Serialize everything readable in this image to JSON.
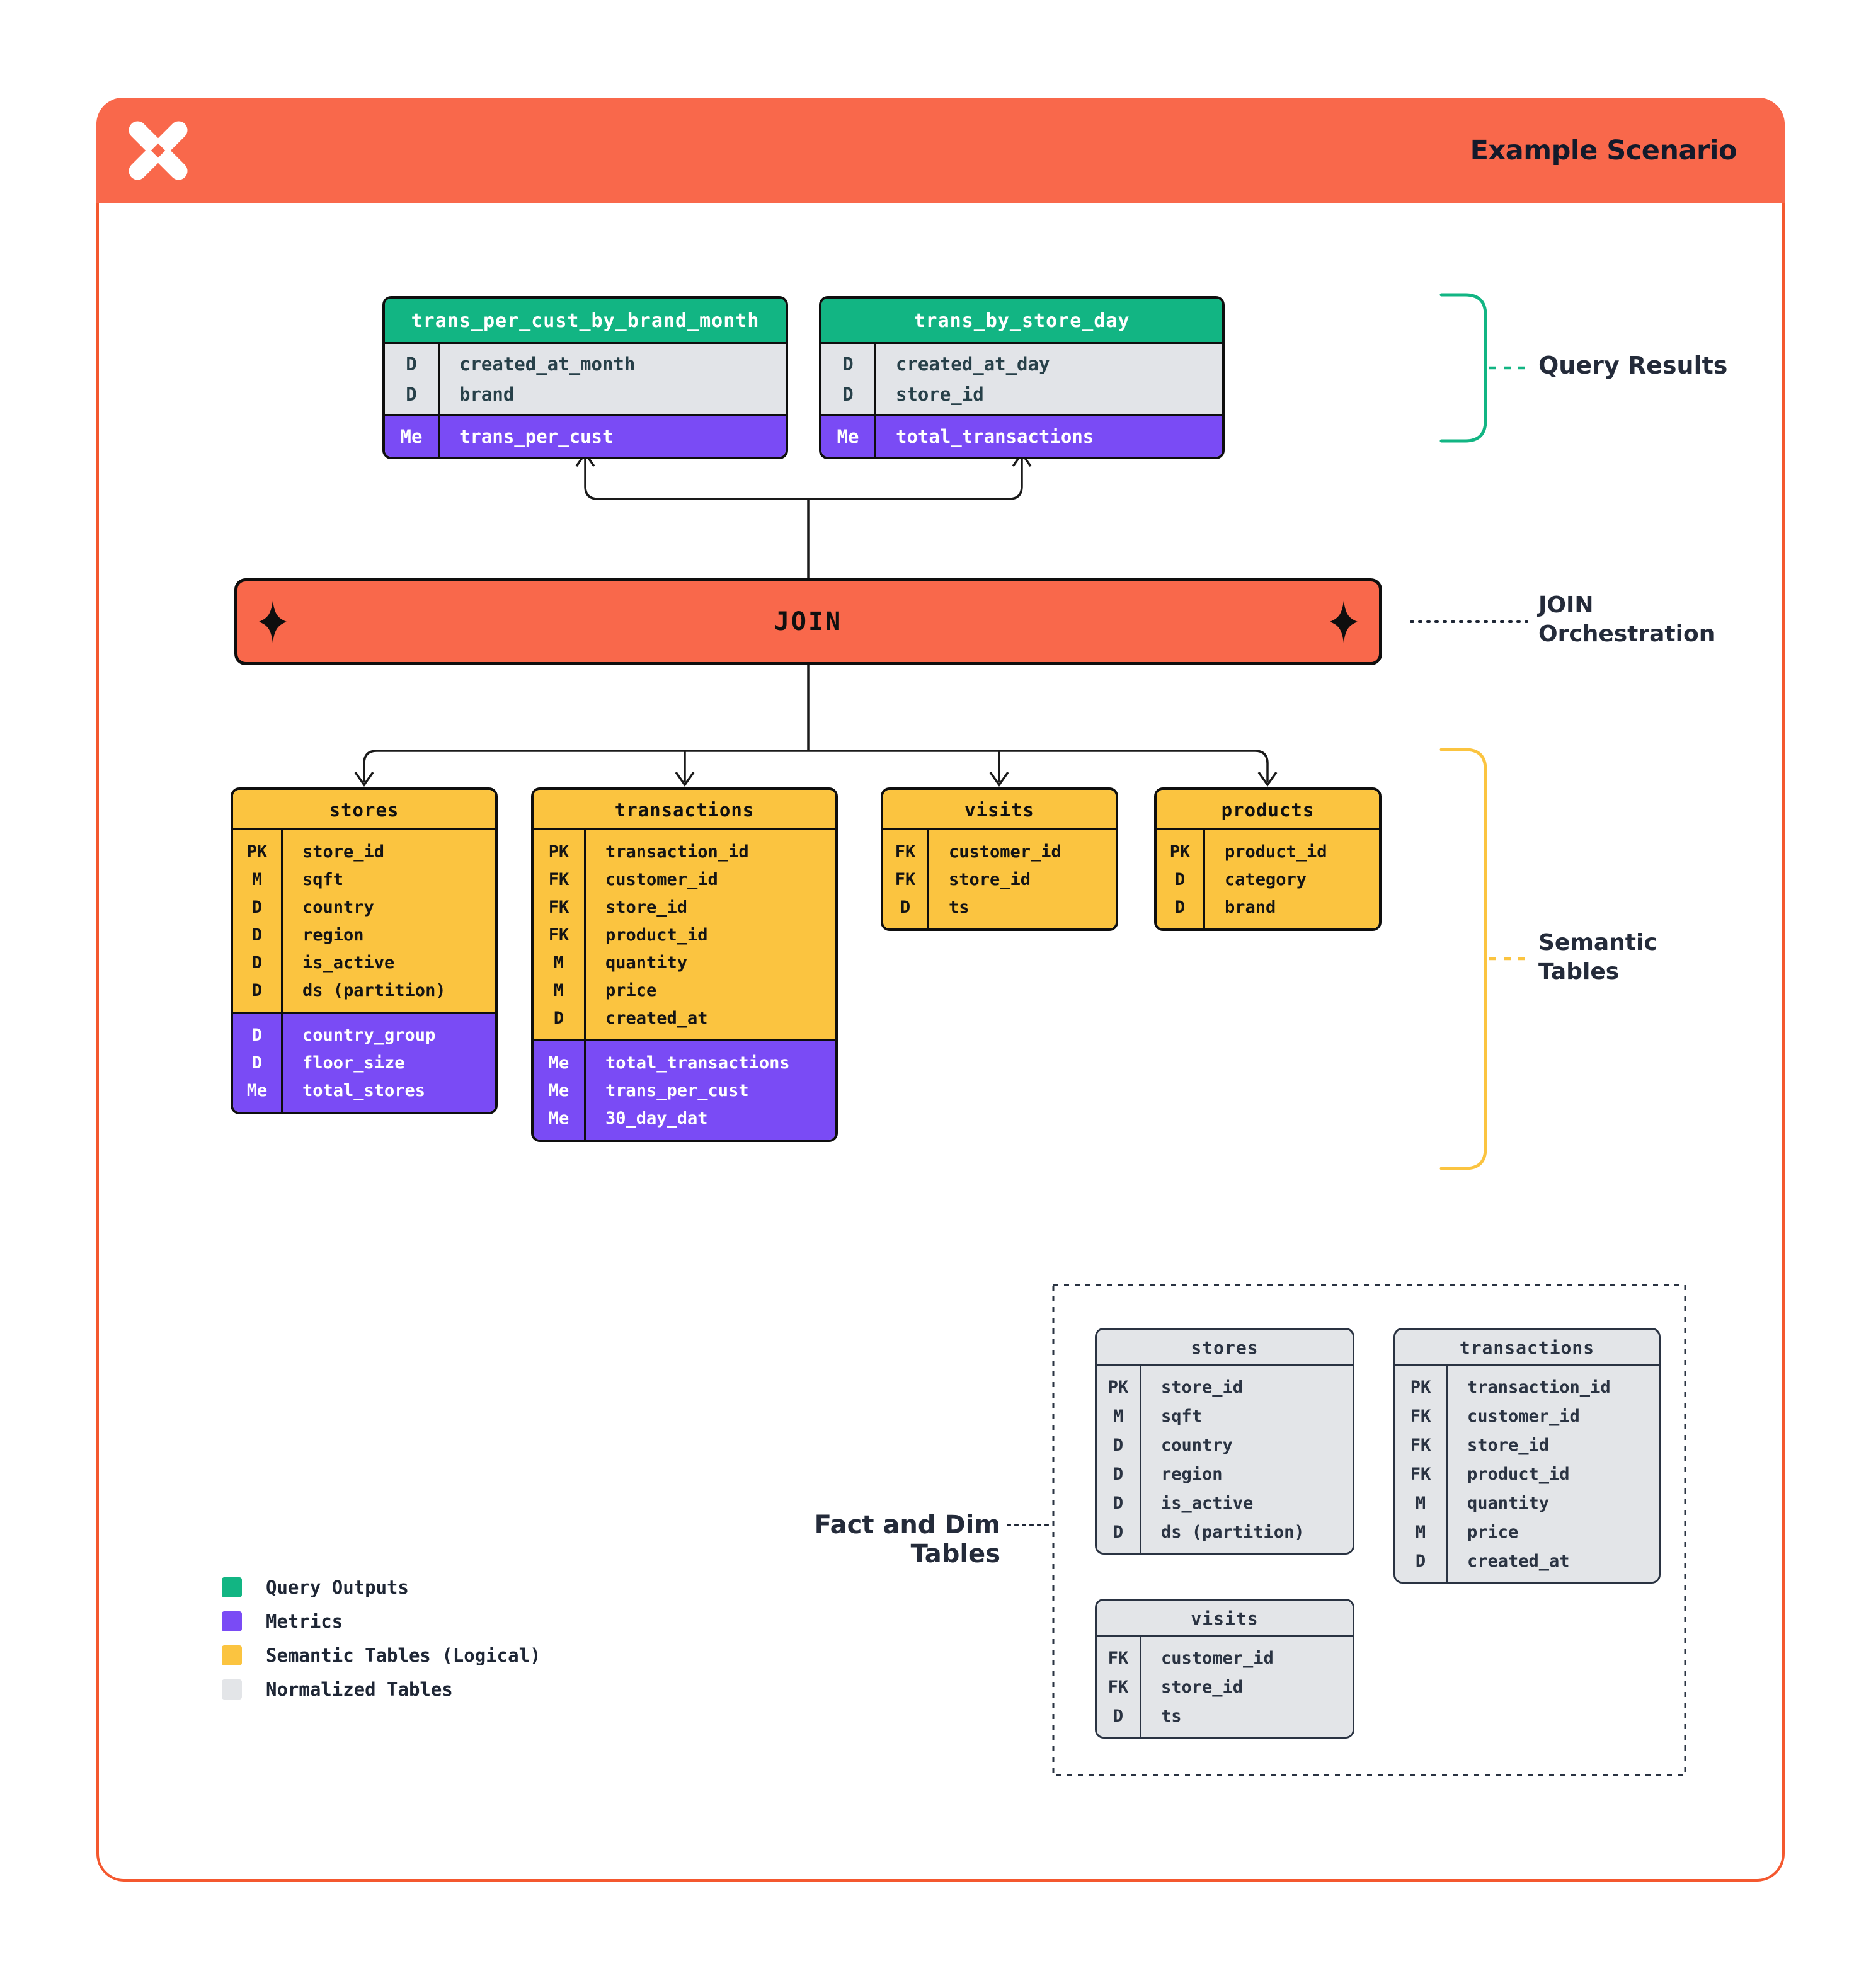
{
  "header": {
    "title": "Example Scenario",
    "logo": "shuriken-x-icon"
  },
  "join_bar": {
    "label": "JOIN"
  },
  "side_labels": {
    "query_results": "Query Results",
    "join_orchestration": "JOIN\nOrchestration",
    "semantic_tables": "Semantic\nTables",
    "fact_and_dim": "Fact and Dim Tables"
  },
  "result_tables": [
    {
      "title": "trans_per_cust_by_brand_month",
      "rows": [
        {
          "key": "D",
          "name": "created_at_month",
          "type": "dimension"
        },
        {
          "key": "D",
          "name": "brand",
          "type": "dimension"
        },
        {
          "key": "Me",
          "name": "trans_per_cust",
          "type": "metric"
        }
      ]
    },
    {
      "title": "trans_by_store_day",
      "rows": [
        {
          "key": "D",
          "name": "created_at_day",
          "type": "dimension"
        },
        {
          "key": "D",
          "name": "store_id",
          "type": "dimension"
        },
        {
          "key": "Me",
          "name": "total_transactions",
          "type": "metric"
        }
      ]
    }
  ],
  "semantic_tables": [
    {
      "title": "stores",
      "rows": [
        {
          "key": "PK",
          "name": "store_id",
          "type": "base"
        },
        {
          "key": "M",
          "name": "sqft",
          "type": "base"
        },
        {
          "key": "D",
          "name": "country",
          "type": "base"
        },
        {
          "key": "D",
          "name": "region",
          "type": "base"
        },
        {
          "key": "D",
          "name": "is_active",
          "type": "base"
        },
        {
          "key": "D",
          "name": "ds (partition)",
          "type": "base"
        },
        {
          "key": "D",
          "name": "country_group",
          "type": "metric"
        },
        {
          "key": "D",
          "name": "floor_size",
          "type": "metric"
        },
        {
          "key": "Me",
          "name": "total_stores",
          "type": "metric"
        }
      ]
    },
    {
      "title": "transactions",
      "rows": [
        {
          "key": "PK",
          "name": "transaction_id",
          "type": "base"
        },
        {
          "key": "FK",
          "name": "customer_id",
          "type": "base"
        },
        {
          "key": "FK",
          "name": "store_id",
          "type": "base"
        },
        {
          "key": "FK",
          "name": "product_id",
          "type": "base"
        },
        {
          "key": "M",
          "name": "quantity",
          "type": "base"
        },
        {
          "key": "M",
          "name": "price",
          "type": "base"
        },
        {
          "key": "D",
          "name": "created_at",
          "type": "base"
        },
        {
          "key": "Me",
          "name": "total_transactions",
          "type": "metric"
        },
        {
          "key": "Me",
          "name": "trans_per_cust",
          "type": "metric"
        },
        {
          "key": "Me",
          "name": "30_day_dat",
          "type": "metric"
        }
      ]
    },
    {
      "title": "visits",
      "rows": [
        {
          "key": "FK",
          "name": "customer_id",
          "type": "base"
        },
        {
          "key": "FK",
          "name": "store_id",
          "type": "base"
        },
        {
          "key": "D",
          "name": "ts",
          "type": "base"
        }
      ]
    },
    {
      "title": "products",
      "rows": [
        {
          "key": "PK",
          "name": "product_id",
          "type": "base"
        },
        {
          "key": "D",
          "name": "category",
          "type": "base"
        },
        {
          "key": "D",
          "name": "brand",
          "type": "base"
        }
      ]
    }
  ],
  "normalized_tables": [
    {
      "title": "stores",
      "rows": [
        {
          "key": "PK",
          "name": "store_id",
          "type": "base"
        },
        {
          "key": "M",
          "name": "sqft",
          "type": "base"
        },
        {
          "key": "D",
          "name": "country",
          "type": "base"
        },
        {
          "key": "D",
          "name": "region",
          "type": "base"
        },
        {
          "key": "D",
          "name": "is_active",
          "type": "base"
        },
        {
          "key": "D",
          "name": "ds (partition)",
          "type": "base"
        }
      ]
    },
    {
      "title": "transactions",
      "rows": [
        {
          "key": "PK",
          "name": "transaction_id",
          "type": "base"
        },
        {
          "key": "FK",
          "name": "customer_id",
          "type": "base"
        },
        {
          "key": "FK",
          "name": "store_id",
          "type": "base"
        },
        {
          "key": "FK",
          "name": "product_id",
          "type": "base"
        },
        {
          "key": "M",
          "name": "quantity",
          "type": "base"
        },
        {
          "key": "M",
          "name": "price",
          "type": "base"
        },
        {
          "key": "D",
          "name": "created_at",
          "type": "base"
        }
      ]
    },
    {
      "title": "visits",
      "rows": [
        {
          "key": "FK",
          "name": "customer_id",
          "type": "base"
        },
        {
          "key": "FK",
          "name": "store_id",
          "type": "base"
        },
        {
          "key": "D",
          "name": "ts",
          "type": "base"
        }
      ]
    }
  ],
  "legend": [
    {
      "label": "Query Outputs",
      "color": "#12B583"
    },
    {
      "label": "Metrics",
      "color": "#7A4BF5"
    },
    {
      "label": "Semantic Tables (Logical)",
      "color": "#FBC440"
    },
    {
      "label": "Normalized Tables",
      "color": "#E3E5E8"
    }
  ],
  "colors": {
    "accent_orange": "#F9684B",
    "card_border_orange": "#F4582F",
    "query_output_green": "#12B583",
    "metric_purple": "#7A4BF5",
    "semantic_yellow": "#FBC440",
    "normalized_gray": "#E3E5E8",
    "label_navy": "#242B3A",
    "line_black": "#1A1A1A"
  }
}
